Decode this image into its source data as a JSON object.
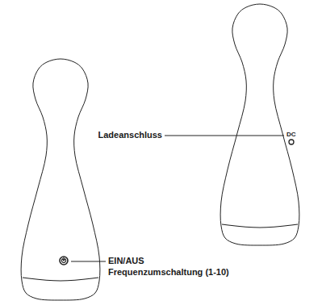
{
  "diagram": {
    "labels": [
      "Ladeanschluss",
      "DC",
      "EIN/AUS",
      "Frequenzumschaltung (1-10)"
    ]
  }
}
